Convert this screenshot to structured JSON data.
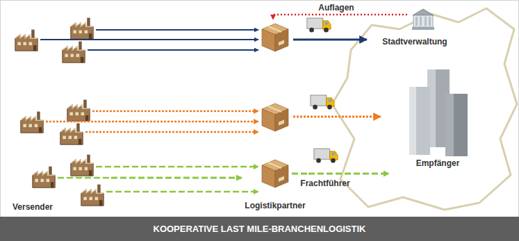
{
  "diagram": {
    "title": "KOOPERATIVE LAST MILE-BRANCHENLOGISTIK",
    "nodes": [
      {
        "text": [
          "Versender"
        ]
      },
      {
        "text": [
          "Logistikpartner"
        ]
      },
      {
        "text": [
          "Stadtverwaltung"
        ]
      },
      {
        "text": [
          "Empfänger"
        ]
      }
    ],
    "edges": [
      {
        "from": 0,
        "to": 1,
        "arrow": "to"
      },
      {
        "from": 1,
        "to": 3,
        "arrow": "to"
      }
    ],
    "labels": [
      "Auflagen",
      "Frachtführer"
    ]
  }
}
